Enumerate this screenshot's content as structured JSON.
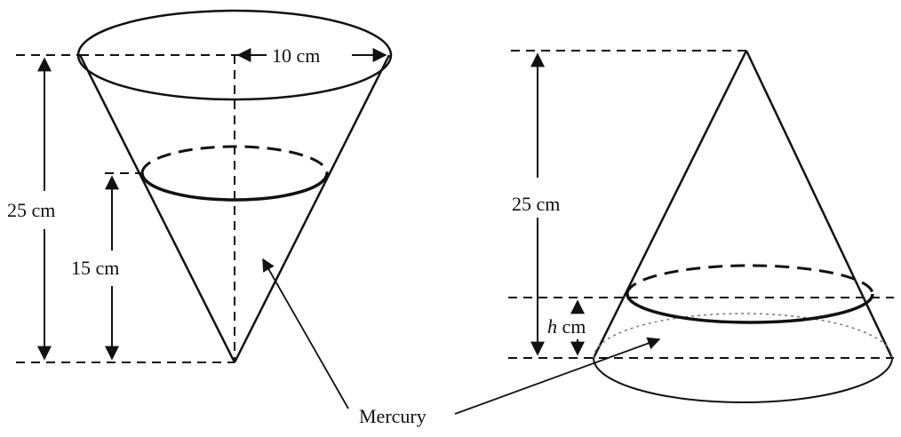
{
  "left_figure": {
    "radius_label": "10 cm",
    "height_label": "25 cm",
    "level_label": "15 cm"
  },
  "right_figure": {
    "height_label": "25 cm",
    "level_var": "h",
    "level_unit": " cm"
  },
  "mercury_label": "Mercury",
  "colors": {
    "ink": "#111111",
    "background": "#ffffff"
  }
}
